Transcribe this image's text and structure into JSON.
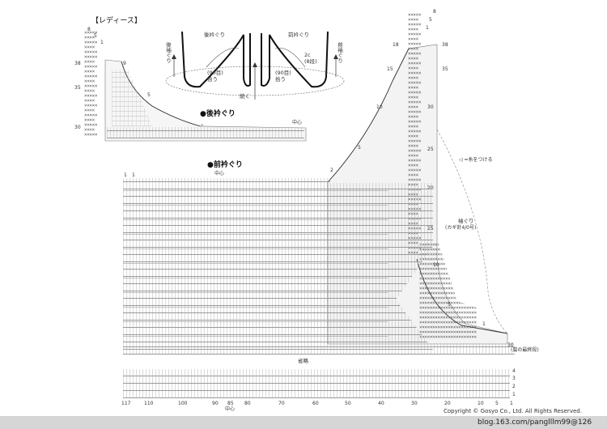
{
  "header": {
    "section_title": "【レディース】"
  },
  "schematic": {
    "back_neckline": "後衿ぐり",
    "front_neckline": "前衿ぐり",
    "back_armhole": "後袖ぐり",
    "front_armhole": "前袖ぐり",
    "pickup_left": "(90目)\n拾う",
    "pickup_right": "(90目)\n拾う",
    "rows_note": "2c\n(8段)",
    "continue": "続く"
  },
  "labels": {
    "back_neck_heading": "●後衿ぐり",
    "front_neck_heading": "●前衿ぐり",
    "center": "中心",
    "center2": "中心",
    "omitted": "省略",
    "yarn_attach": "◁ =糸をつける",
    "armhole_title": "袖ぐり",
    "armhole_hook": "(カギ針4/0号)",
    "last_row_note": "(脇の最終段)"
  },
  "row_numbers": {
    "left_top": [
      "8",
      "5",
      "1"
    ],
    "left_side": [
      "38",
      "35",
      "30"
    ],
    "left_arrows": [
      "9",
      "5",
      "1"
    ],
    "front_top": [
      "1",
      "1"
    ],
    "right_top": [
      "8",
      "5",
      "1"
    ],
    "right_left": [
      "18",
      "15",
      "10",
      "5",
      "2"
    ],
    "right_side": [
      "38",
      "35",
      "30",
      "25",
      "20",
      "15",
      "10",
      "5",
      "1"
    ],
    "bottom_side": [
      "30",
      "4",
      "3",
      "2",
      "1"
    ]
  },
  "stitch_axis": [
    "117",
    "110",
    "100",
    "90",
    "85",
    "80",
    "70",
    "60",
    "50",
    "40",
    "30",
    "20",
    "10",
    "5",
    "1"
  ],
  "footer": {
    "copyright": "Copyright © Gosyo Co., Ltd. All Rights Reserved.",
    "watermark": "blog.163.com/panglllm99@126"
  }
}
